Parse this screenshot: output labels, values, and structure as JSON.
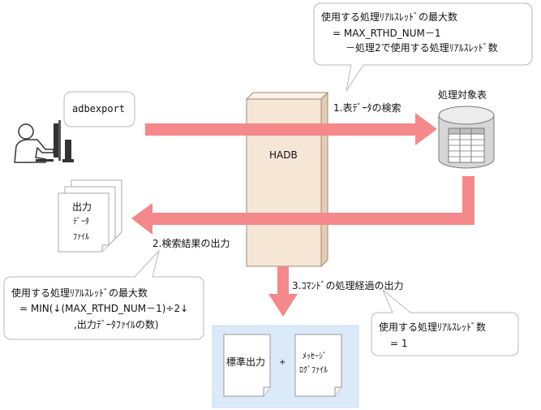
{
  "colors": {
    "arrow": "#f4888a",
    "hadb_fill": "#f6e6d6",
    "hadb_side": "#e6ccb3",
    "output_area": "#dbeaf8",
    "callout_border": "#b9b9b9"
  },
  "icons": [
    "user-at-computer-icon",
    "database-table-icon",
    "document-stack-icon",
    "document-icon"
  ],
  "client": {
    "command": "adbexport"
  },
  "server": {
    "label": "HADB"
  },
  "table": {
    "label": "処理対象表"
  },
  "output_file": {
    "line1": "出力",
    "line2": "ﾃﾞｰﾀ",
    "line3": "ﾌｧｲﾙ"
  },
  "steps": {
    "step1": "1.表ﾃﾞｰﾀの検索",
    "step2": "2.検索結果の出力",
    "step3": "3.ｺﾏﾝﾄﾞの処理経過の出力"
  },
  "callouts": {
    "top": {
      "line1": "使用する処理ﾘｱﾙｽﾚｯﾄﾞの最大数",
      "line2": "= MAX_RTHD_NUM－1",
      "line3": "－処理2で使用する処理ﾘｱﾙｽﾚｯﾄﾞ数"
    },
    "left": {
      "line1": "使用する処理ﾘｱﾙｽﾚｯﾄﾞの最大数",
      "line2": "= MIN(↓(MAX_RTHD_NUM－1)÷2↓",
      "line3": ",出力ﾃﾞｰﾀﾌｧｲﾙの数)"
    },
    "right": {
      "line1": "使用する処理ﾘｱﾙｽﾚｯﾄﾞ数",
      "line2": "= 1"
    }
  },
  "outputs": {
    "stdout": "標準出力",
    "plus": "+",
    "msglog_line1": "ﾒｯｾｰｼﾞ",
    "msglog_line2": "ﾛｸﾞﾌｧｲﾙ"
  }
}
